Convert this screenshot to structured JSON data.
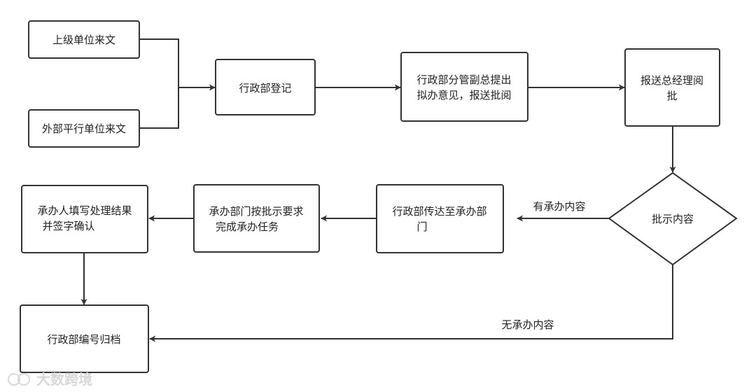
{
  "nodes": {
    "superior_doc": "上级单位来文",
    "external_doc": "外部平行单位来文",
    "admin_register": "行政部登记",
    "admin_vp_opinion": [
      "行政部分管副总提出",
      "拟办意见，报送批阅"
    ],
    "gm_review": [
      "报送总经理阅",
      "批"
    ],
    "instruction": "批示内容",
    "admin_relay": [
      "行政部传达至承办部",
      "门"
    ],
    "dept_complete": [
      "承办部门按批示要求",
      "完成承办任务"
    ],
    "handler_confirm": [
      "承办人填写处理结果",
      "并签字确认"
    ],
    "archive": "行政部编号归档"
  },
  "edges": {
    "has_task": "有承办内容",
    "no_task": "无承办内容"
  },
  "watermark": "大数跨境"
}
